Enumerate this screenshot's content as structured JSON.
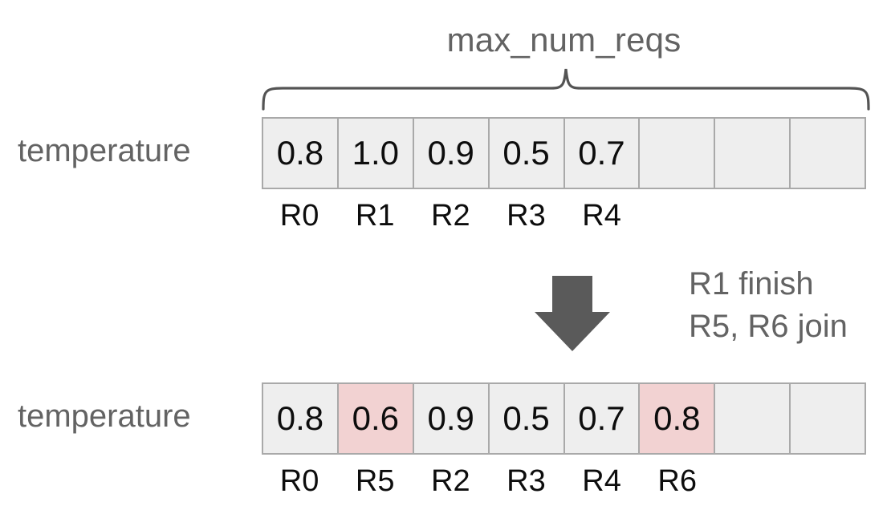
{
  "diagram": {
    "brace_label": "max_num_reqs",
    "transition": {
      "arrow_icon": "down-arrow-icon",
      "lines": [
        "R1 finish",
        "R5, R6 join"
      ]
    },
    "colors": {
      "slot_background": "#eeeeee",
      "slot_border": "#a9a9a9",
      "highlight_background": "#f2d2d2",
      "gray_text": "#636363",
      "value_text": "#0d0d0d",
      "arrow_fill": "#5a5a5a",
      "brace_stroke": "#545454",
      "page_background": "#ffffff"
    },
    "rows": [
      {
        "id": "before",
        "label": "temperature",
        "slot_count": 8,
        "slots": [
          {
            "value": "0.8",
            "request": "R0",
            "highlight": false
          },
          {
            "value": "1.0",
            "request": "R1",
            "highlight": false
          },
          {
            "value": "0.9",
            "request": "R2",
            "highlight": false
          },
          {
            "value": "0.5",
            "request": "R3",
            "highlight": false
          },
          {
            "value": "0.7",
            "request": "R4",
            "highlight": false
          },
          {
            "value": "",
            "request": "",
            "highlight": false
          },
          {
            "value": "",
            "request": "",
            "highlight": false
          },
          {
            "value": "",
            "request": "",
            "highlight": false
          }
        ]
      },
      {
        "id": "after",
        "label": "temperature",
        "slot_count": 8,
        "slots": [
          {
            "value": "0.8",
            "request": "R0",
            "highlight": false
          },
          {
            "value": "0.6",
            "request": "R5",
            "highlight": true
          },
          {
            "value": "0.9",
            "request": "R2",
            "highlight": false
          },
          {
            "value": "0.5",
            "request": "R3",
            "highlight": false
          },
          {
            "value": "0.7",
            "request": "R4",
            "highlight": false
          },
          {
            "value": "0.8",
            "request": "R6",
            "highlight": true
          },
          {
            "value": "",
            "request": "",
            "highlight": false
          },
          {
            "value": "",
            "request": "",
            "highlight": false
          }
        ]
      }
    ]
  }
}
